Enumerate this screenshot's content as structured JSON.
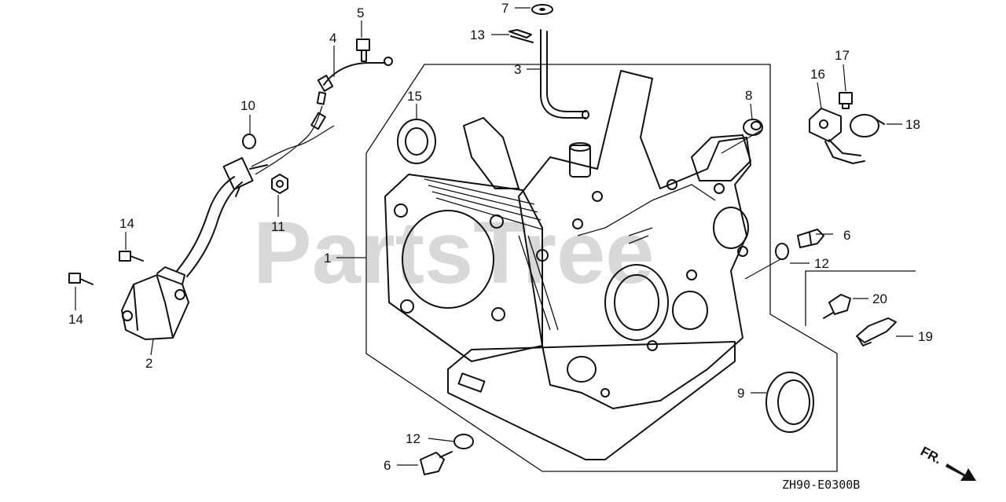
{
  "watermark": "PartsTree",
  "diagram_code": "ZH90-E0300B",
  "direction_label": "FR.",
  "callouts": [
    {
      "id": "c1",
      "label": "1"
    },
    {
      "id": "c2",
      "label": "2"
    },
    {
      "id": "c3",
      "label": "3"
    },
    {
      "id": "c4",
      "label": "4"
    },
    {
      "id": "c5",
      "label": "5"
    },
    {
      "id": "c6a",
      "label": "6"
    },
    {
      "id": "c6b",
      "label": "6"
    },
    {
      "id": "c7",
      "label": "7"
    },
    {
      "id": "c8",
      "label": "8"
    },
    {
      "id": "c9",
      "label": "9"
    },
    {
      "id": "c10",
      "label": "10"
    },
    {
      "id": "c11",
      "label": "11"
    },
    {
      "id": "c12a",
      "label": "12"
    },
    {
      "id": "c12b",
      "label": "12"
    },
    {
      "id": "c13",
      "label": "13"
    },
    {
      "id": "c14a",
      "label": "14"
    },
    {
      "id": "c14b",
      "label": "14"
    },
    {
      "id": "c15",
      "label": "15"
    },
    {
      "id": "c16",
      "label": "16"
    },
    {
      "id": "c17",
      "label": "17"
    },
    {
      "id": "c18",
      "label": "18"
    },
    {
      "id": "c19",
      "label": "19"
    },
    {
      "id": "c20",
      "label": "20"
    }
  ]
}
